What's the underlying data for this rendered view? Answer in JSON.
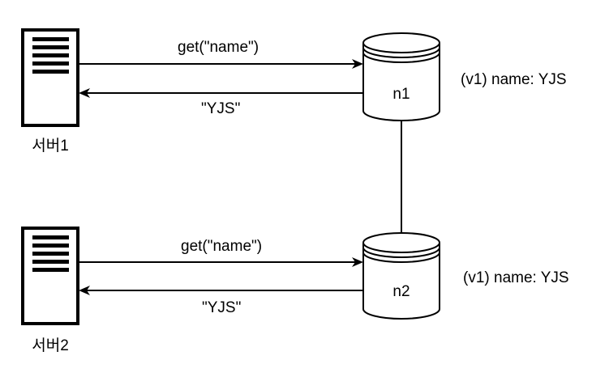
{
  "servers": [
    {
      "label": "서버1"
    },
    {
      "label": "서버2"
    }
  ],
  "nodes": [
    {
      "label": "n1",
      "value_text": "(v1) name: YJS"
    },
    {
      "label": "n2",
      "value_text": "(v1) name: YJS"
    }
  ],
  "requests": [
    {
      "request_label": "get(\"name\")",
      "response_label": "\"YJS\""
    },
    {
      "request_label": "get(\"name\")",
      "response_label": "\"YJS\""
    }
  ],
  "colors": {
    "stroke": "#000000",
    "background": "#ffffff"
  }
}
